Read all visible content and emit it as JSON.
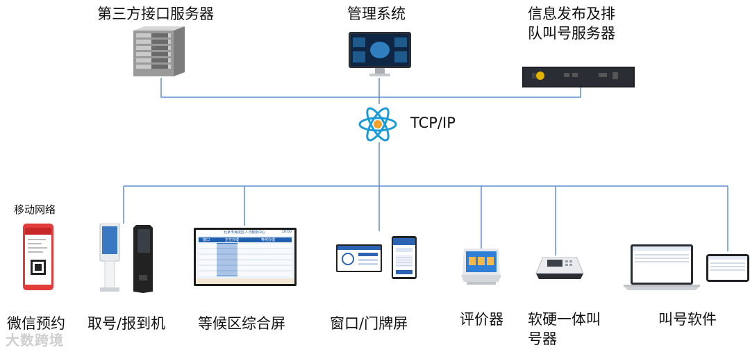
{
  "nodes": {
    "third_party_server": "第三方接口服务器",
    "management_system": "管理系统",
    "info_queue_server": "信息发布及排队叫号服务器",
    "tcpip": "TCP/IP",
    "mobile_network": "移动网络",
    "wechat_booking": "微信预约",
    "ticket_checkin": "取号/报到机",
    "waiting_screen": "等候区综合屏",
    "window_screen": "窗口/门牌屏",
    "evaluator": "评价器",
    "hard_soft_caller": "软硬一体叫号器",
    "calling_software": "叫号软件"
  },
  "screens": {
    "waiting_title": "北京市海淀区人才服务中心",
    "waiting_time": "10:00",
    "col_window": "窗口",
    "col_processing": "正在办理",
    "col_waiting": "等候办理"
  },
  "watermark": "大数跨境",
  "colors": {
    "line": "#5b8fd1",
    "atom": "#1a9bd7",
    "atom_core": "#f0a12b"
  }
}
